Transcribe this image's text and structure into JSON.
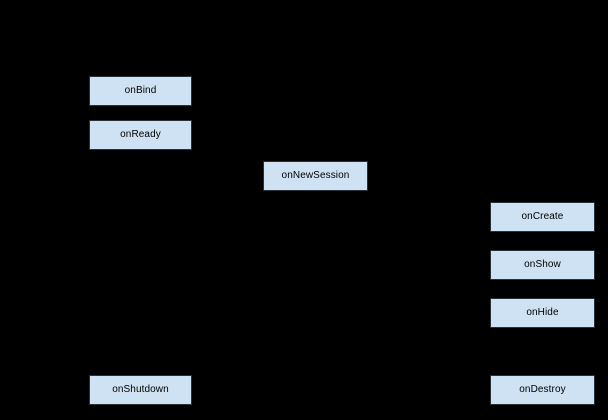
{
  "diagram": {
    "background_color": "#000000",
    "node_fill_color": "#cfe2f3",
    "node_border_color": "#263238",
    "node_text_color": "#000000",
    "nodes": [
      {
        "label": "onBind"
      },
      {
        "label": "onReady"
      },
      {
        "label": "onNewSession"
      },
      {
        "label": "onCreate"
      },
      {
        "label": "onShow"
      },
      {
        "label": "onHide"
      },
      {
        "label": "onShutdown"
      },
      {
        "label": "onDestroy"
      }
    ]
  }
}
